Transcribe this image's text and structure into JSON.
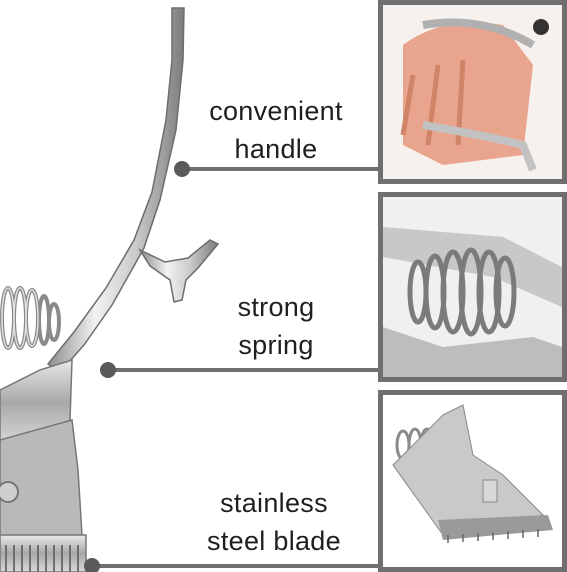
{
  "features": [
    {
      "line1": "convenient",
      "line2": "handle"
    },
    {
      "line1": "strong",
      "line2": "spring"
    },
    {
      "line1": "stainless",
      "line2": "steel blade"
    }
  ]
}
